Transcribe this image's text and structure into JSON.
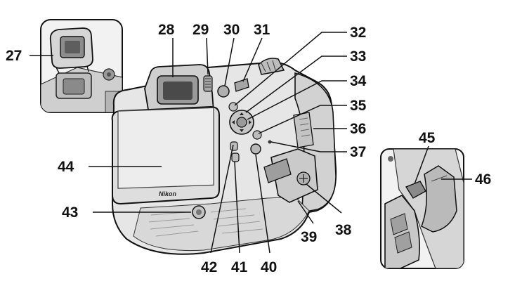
{
  "brand_text": "Nikon",
  "callouts": [
    {
      "id": "c27",
      "text": "27"
    },
    {
      "id": "c28",
      "text": "28"
    },
    {
      "id": "c29",
      "text": "29"
    },
    {
      "id": "c30",
      "text": "30"
    },
    {
      "id": "c31",
      "text": "31"
    },
    {
      "id": "c32",
      "text": "32"
    },
    {
      "id": "c33",
      "text": "33"
    },
    {
      "id": "c34",
      "text": "34"
    },
    {
      "id": "c35",
      "text": "35"
    },
    {
      "id": "c36",
      "text": "36"
    },
    {
      "id": "c37",
      "text": "37"
    },
    {
      "id": "c38",
      "text": "38"
    },
    {
      "id": "c39",
      "text": "39"
    },
    {
      "id": "c40",
      "text": "40"
    },
    {
      "id": "c41",
      "text": "41"
    },
    {
      "id": "c42",
      "text": "42"
    },
    {
      "id": "c43",
      "text": "43"
    },
    {
      "id": "c44",
      "text": "44"
    },
    {
      "id": "c45",
      "text": "45"
    },
    {
      "id": "c46",
      "text": "46"
    }
  ]
}
